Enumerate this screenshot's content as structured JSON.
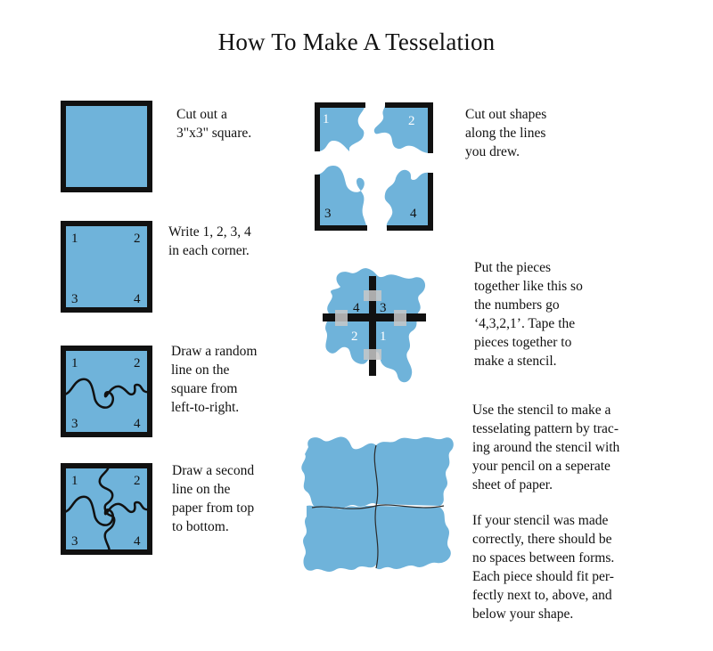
{
  "title": "How To Make A Tesselation",
  "colors": {
    "fill": "#6fb3da",
    "border": "#111111",
    "tape": "#c8c8c8"
  },
  "corner_numbers": [
    "1",
    "2",
    "3",
    "4"
  ],
  "steps": [
    {
      "id": "step-1",
      "text": "Cut out a\n3\"x3\" square."
    },
    {
      "id": "step-2",
      "text": "Write 1, 2, 3, 4\nin each corner."
    },
    {
      "id": "step-3",
      "text": "Draw a random\nline on the\nsquare from\nleft-to-right."
    },
    {
      "id": "step-4",
      "text": "Draw a second\nline on the\npaper from top\nto bottom."
    },
    {
      "id": "step-5",
      "text": "Cut out shapes\nalong the lines\nyou drew."
    },
    {
      "id": "step-6",
      "text": "Put the pieces\n together like this so\nthe numbers go\n‘4,3,2,1’. Tape the\npieces together to\nmake a stencil."
    },
    {
      "id": "step-7",
      "text": "Use the stencil to make a\ntesselating pattern by trac-\ning around the stencil with\nyour pencil on a seperate\nsheet of paper."
    },
    {
      "id": "step-8",
      "text": "If your stencil was made\ncorrectly, there should be\nno spaces between forms.\nEach piece should fit per-\nfectly next to, above, and\nbelow your shape."
    }
  ],
  "stencil_numbers": [
    "4",
    "3",
    "2",
    "1"
  ]
}
